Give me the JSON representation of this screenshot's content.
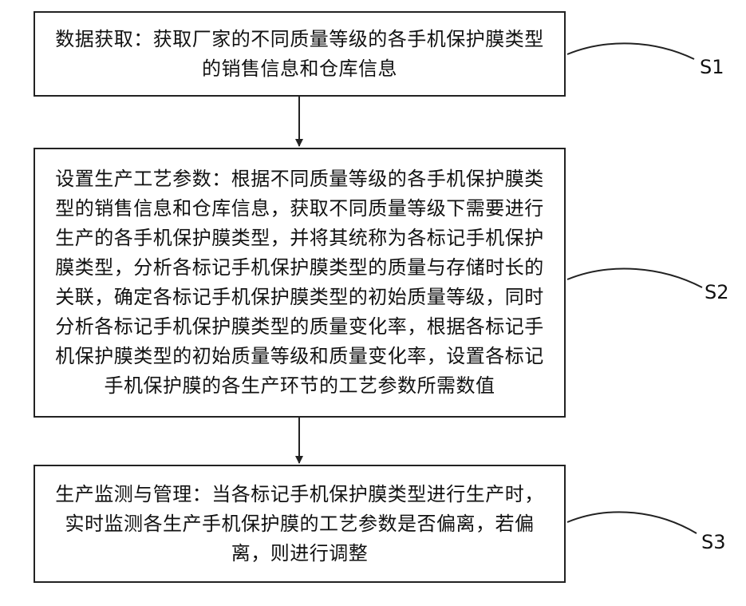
{
  "steps": [
    {
      "label": "S1",
      "text": "数据获取：获取厂家的不同质量等级的各手机保护膜类型\n的销售信息和仓库信息"
    },
    {
      "label": "S2",
      "text": "设置生产工艺参数：根据不同质量等级的各手机保护膜类\n型的销售信息和仓库信息，获取不同质量等级下需要进行\n生产的各手机保护膜类型，并将其统称为各标记手机保护\n膜类型，分析各标记手机保护膜类型的质量与存储时长的\n关联，确定各标记手机保护膜类型的初始质量等级，同时\n分析各标记手机保护膜类型的质量变化率，根据各标记手\n机保护膜类型的初始质量等级和质量变化率，设置各标记\n手机保护膜的各生产环节的工艺参数所需数值"
    },
    {
      "label": "S3",
      "text": "生产监测与管理：当各标记手机保护膜类型进行生产时，\n实时监测各生产手机保护膜的工艺参数是否偏离，若偏\n离，则进行调整"
    }
  ]
}
